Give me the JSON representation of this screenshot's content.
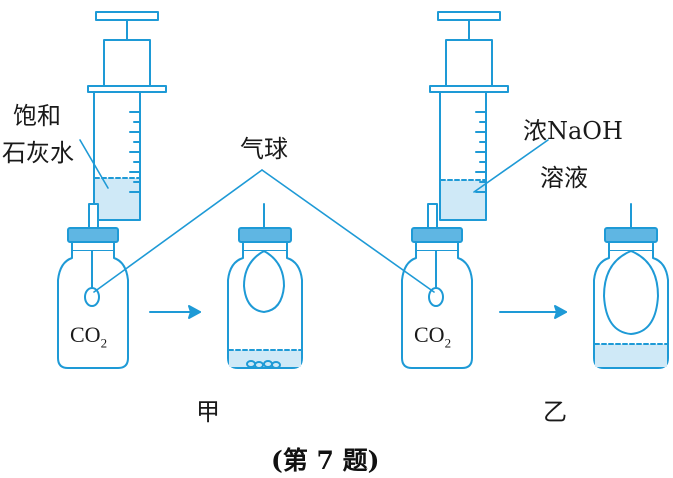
{
  "labels": {
    "left_reagent_line1": "饱和",
    "left_reagent_line2": "石灰水",
    "balloon": "气球",
    "right_reagent_line1": "浓NaOH",
    "right_reagent_line2": "溶液",
    "gas_left": "CO",
    "gas_left_sub": "2",
    "gas_right": "CO",
    "gas_right_sub": "2",
    "result_left": "甲",
    "result_right": "乙"
  },
  "caption": "(第 7 题)",
  "colors": {
    "outline": "#1e9ad6",
    "liquid": "#cfe9f7",
    "stopper": "#5fb6e3",
    "text": "#1a1a1a"
  }
}
